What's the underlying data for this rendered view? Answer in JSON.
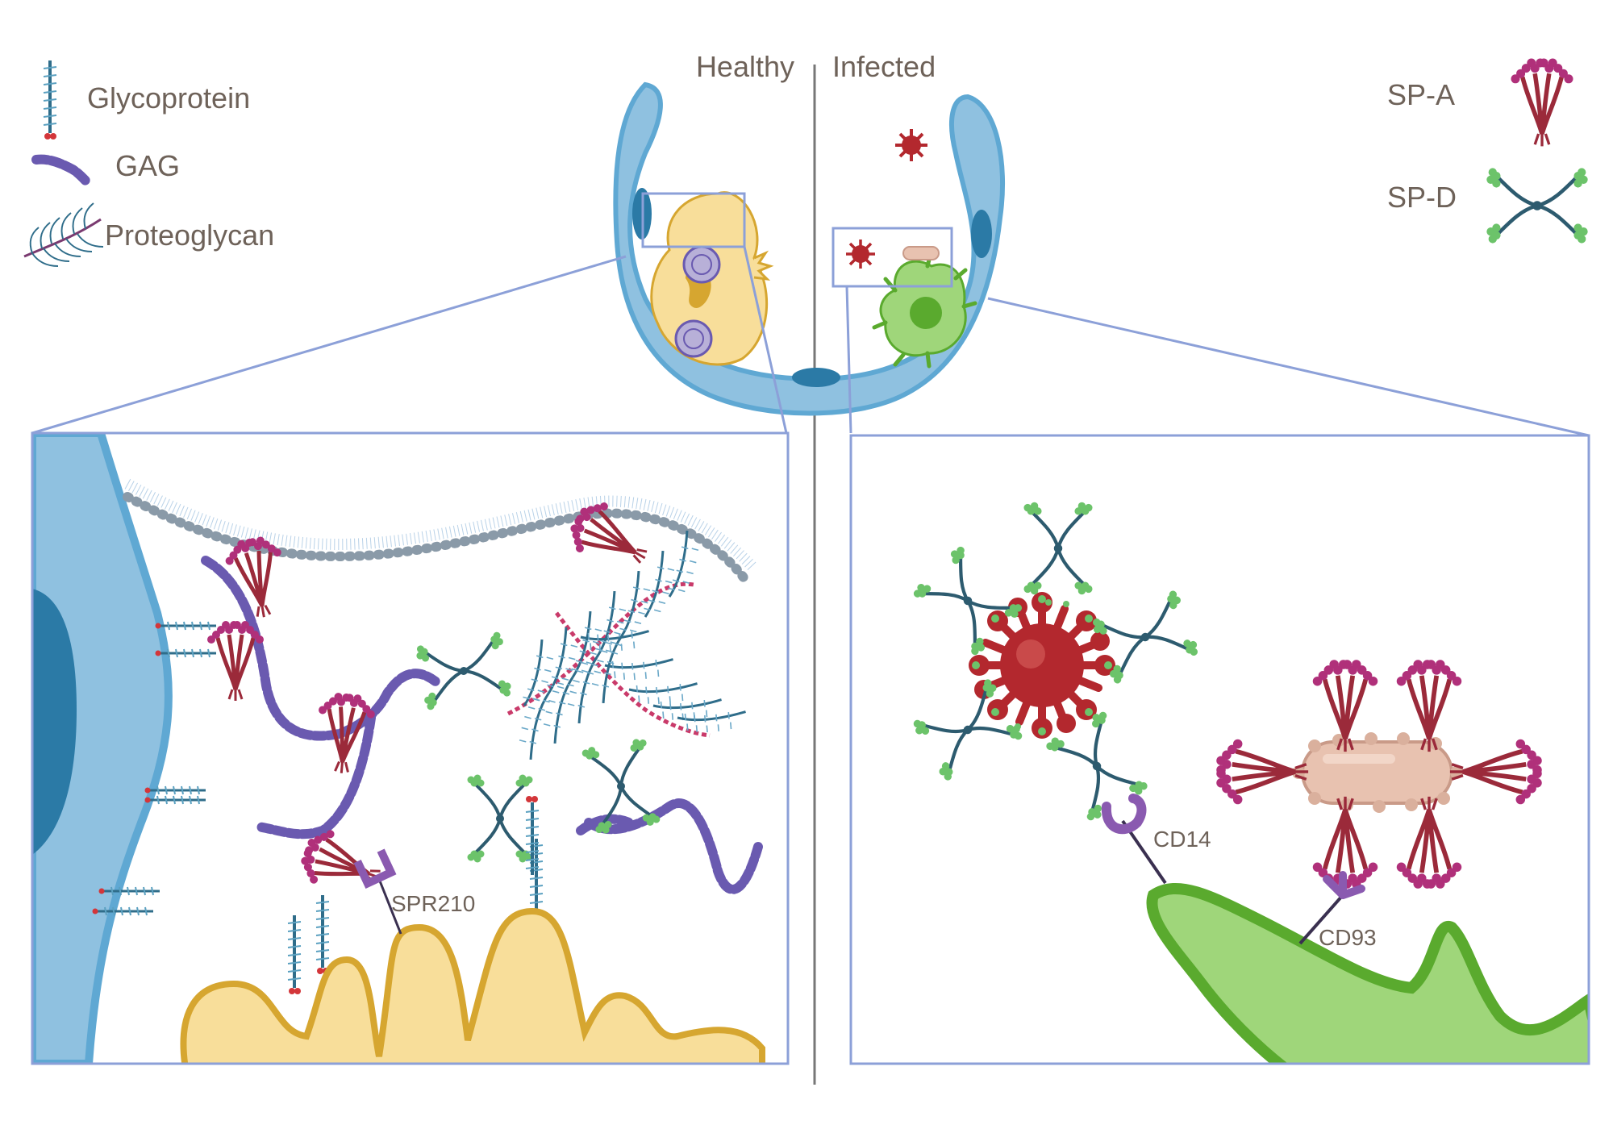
{
  "header": {
    "healthy": "Healthy",
    "infected": "Infected"
  },
  "legend_left": [
    {
      "icon": "glycoprotein-icon",
      "label": "Glycoprotein"
    },
    {
      "icon": "gag-icon",
      "label": "GAG"
    },
    {
      "icon": "proteoglycan-icon",
      "label": "Proteoglycan"
    }
  ],
  "legend_right": [
    {
      "icon": "sp-a-icon",
      "label": "SP-A"
    },
    {
      "icon": "sp-d-icon",
      "label": "SP-D"
    }
  ],
  "receptors": {
    "spr210": "SPR210",
    "cd14": "CD14",
    "cd93": "CD93"
  },
  "colors": {
    "epithelium": "#5fa8d3",
    "epithelium_light": "#8fc1e0",
    "nucleus": "#2b7aa6",
    "macrophage_healthy": "#f8de9a",
    "macrophage_healthy_border": "#d6a630",
    "macrophage_infected": "#9fd67a",
    "macrophage_infected_border": "#5aaa2e",
    "sp_a": "#9b2a3a",
    "sp_a_head": "#b0307a",
    "sp_d": "#2d5b6f",
    "sp_d_head": "#6cc36a",
    "gag": "#6a5ab0",
    "glycoprotein": "#2f6d8a",
    "virus": "#b3282e",
    "bacterium": "#e8c2b0",
    "frame": "#8ca0d8",
    "divider": "#777777"
  }
}
